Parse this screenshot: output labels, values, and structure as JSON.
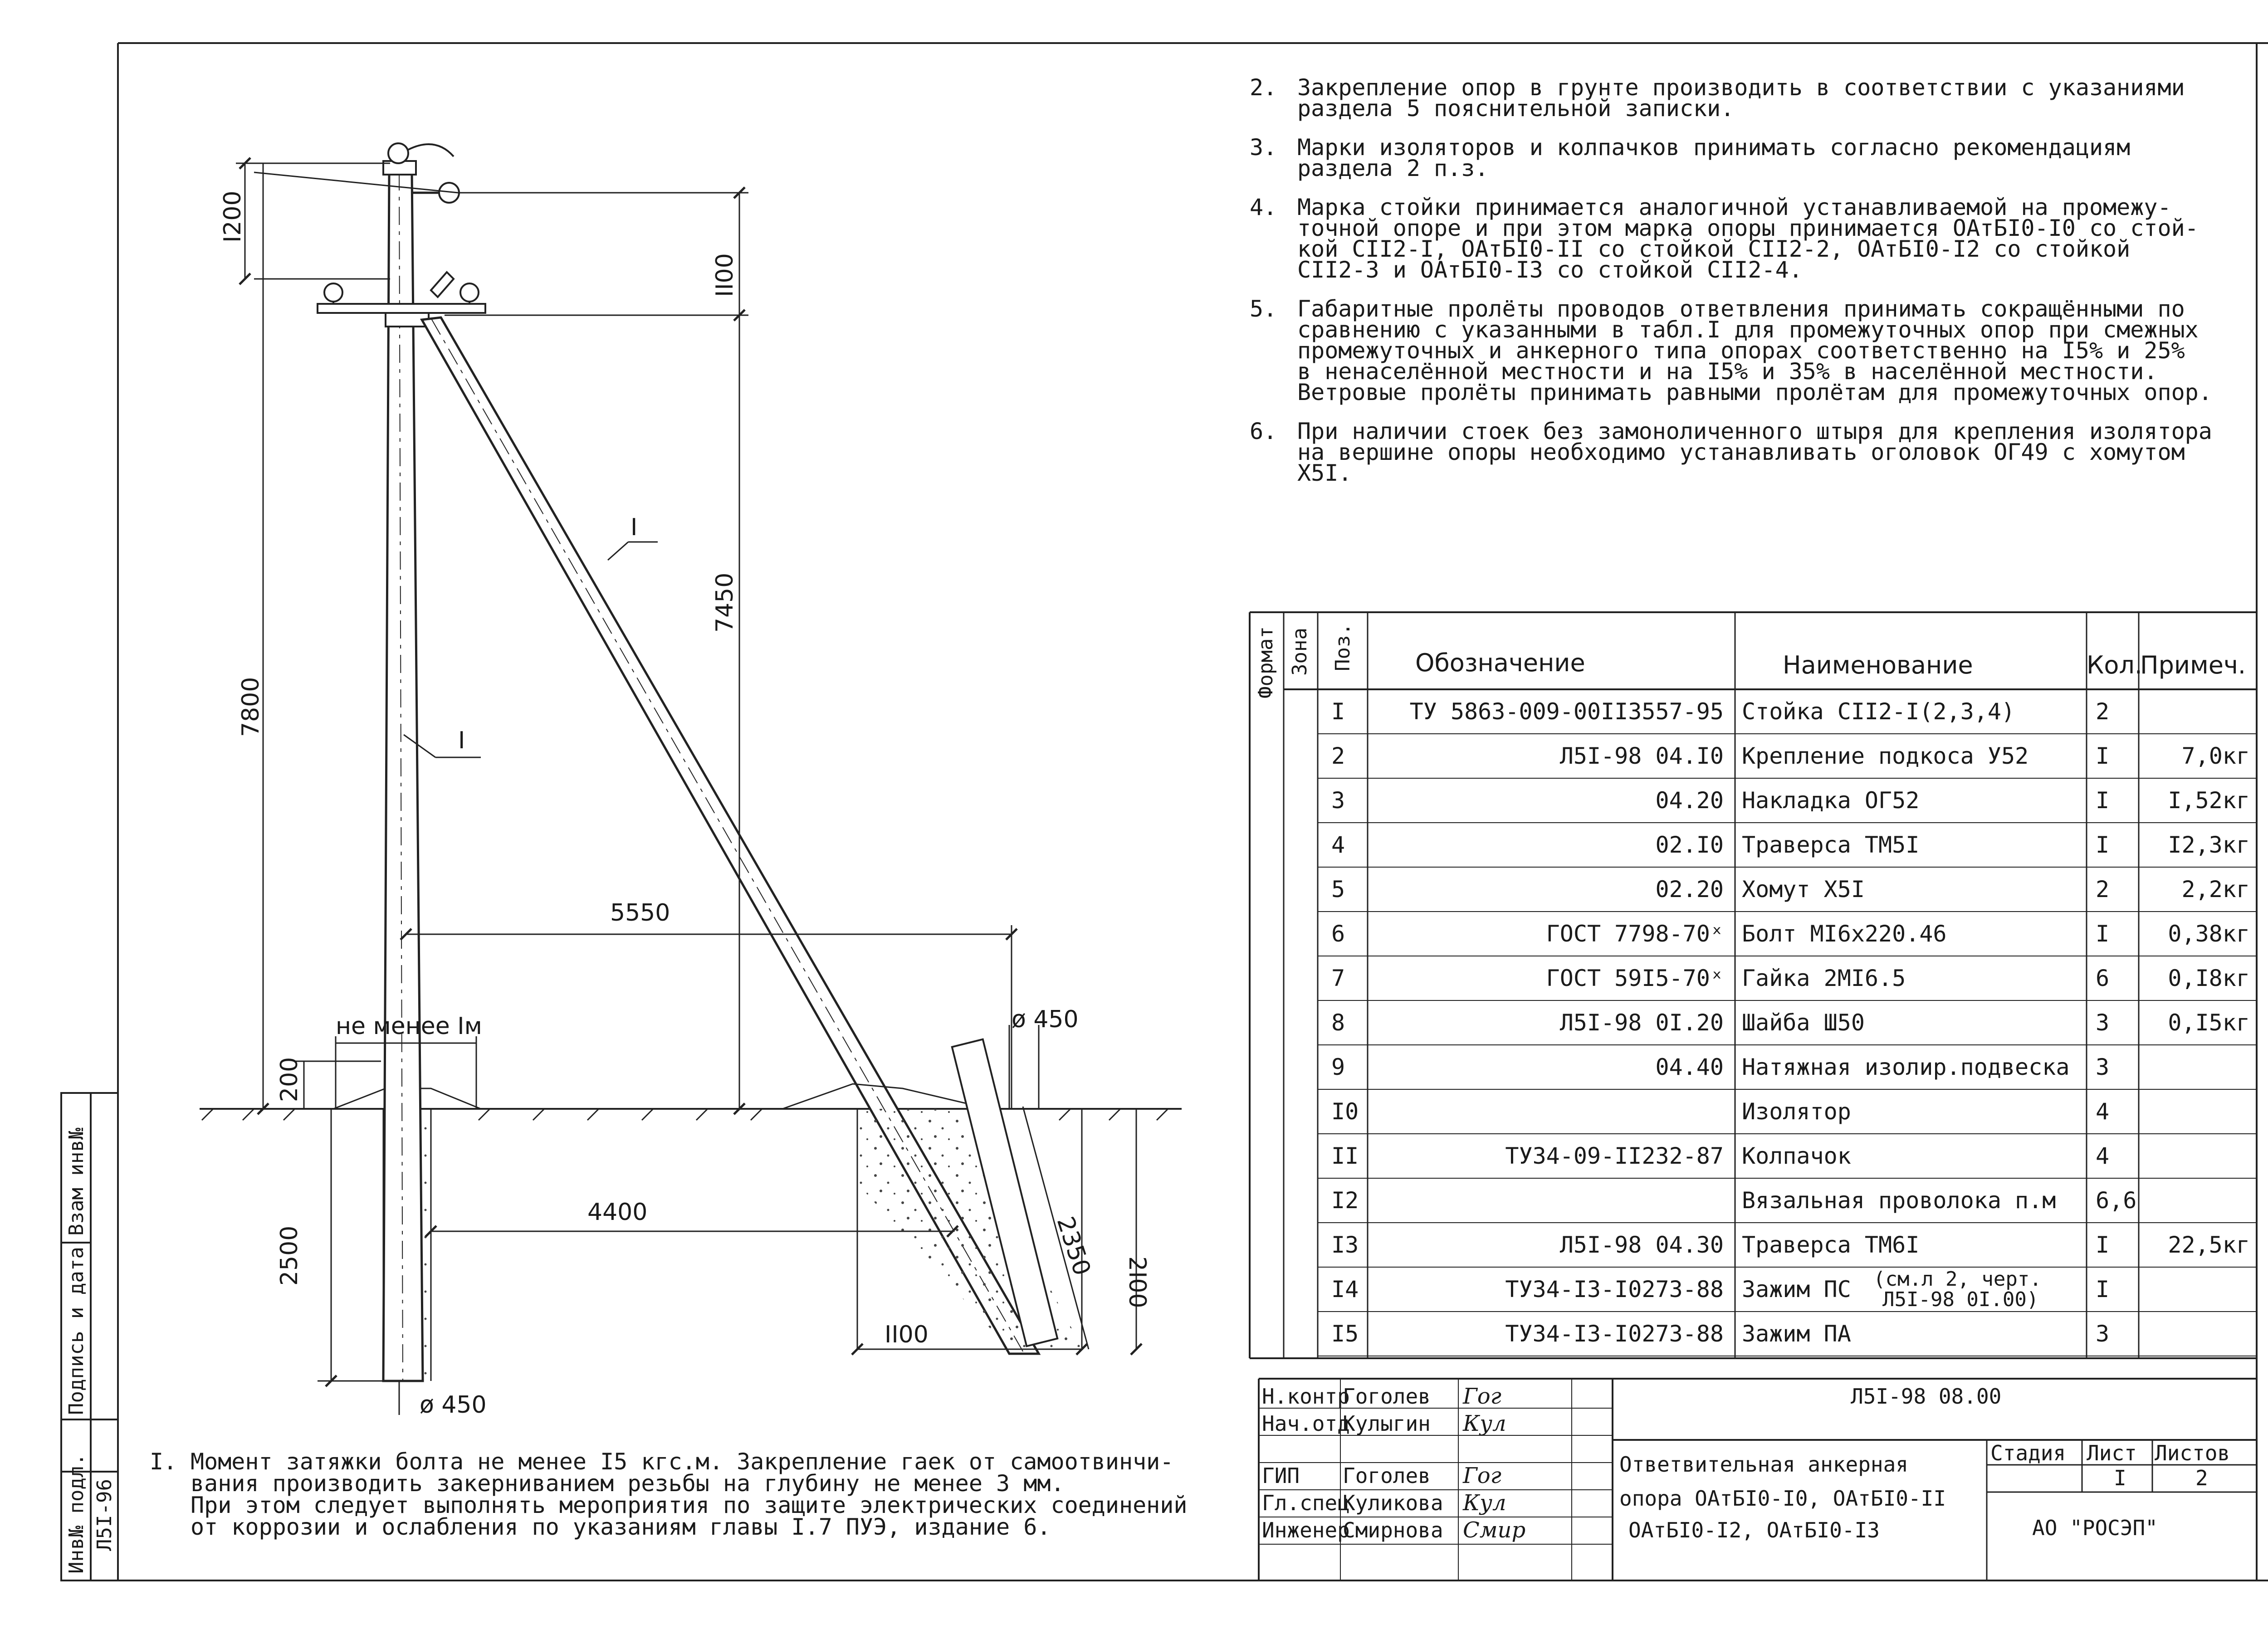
{
  "sheet_marker": "1",
  "notes": [
    {
      "num": "2.",
      "lines": [
        "Закрепление опор в грунте производить в соответствии с указаниями",
        "раздела 5 пояснительной записки."
      ]
    },
    {
      "num": "3.",
      "lines": [
        "Марки изоляторов и колпачков принимать согласно рекомендациям",
        "раздела 2 п.з."
      ]
    },
    {
      "num": "4.",
      "lines": [
        "Марка стойки принимается аналогичной устанавливаемой на промежу-",
        "точной опоре и при этом марка опоры принимается ОАтБI0-I0 со стой-",
        "кой СII2-I, ОАтБI0-II со стойкой СII2-2, ОАтБI0-I2 со стойкой",
        "СII2-3 и ОАтБI0-I3 со стойкой СII2-4."
      ]
    },
    {
      "num": "5.",
      "lines": [
        "Габаритные пролёты проводов ответвления принимать сокращёнными по",
        "сравнению с указанными в табл.I для промежуточных опор при смежных",
        "промежуточных и анкерного типа опорах соответственно на I5% и 25%",
        "в ненаселённой местности и на I5% и 35% в населённой местности.",
        "Ветровые пролёты принимать равными пролётам для промежуточных опор."
      ]
    },
    {
      "num": "6.",
      "lines": [
        "При наличии стоек без замоноличенного штыря для крепления изолятора",
        "на вершине опоры необходимо устанавливать оголовок ОГ49 с хомутом",
        "Х5I."
      ]
    }
  ],
  "note1": {
    "num": "I.",
    "lines": [
      "Момент затяжки болта не менее I5 кгс.м. Закрепление гаек от самоотвинчи-",
      "вания производить закерниванием резьбы на глубину не менее 3 мм.",
      "При этом следует выполнять мероприятия по защите электрических соединений",
      "от коррозии и ослабления по указаниям главы I.7 ПУЭ, издание 6."
    ]
  },
  "drawing": {
    "dims": {
      "d1200": "I200",
      "d1100top": "II00",
      "d7800": "7800",
      "d7450": "7450",
      "d5550": "5550",
      "d4400": "4400",
      "d2500": "2500",
      "d200": "200",
      "d2100": "2I00",
      "d2350": "2350",
      "d1100bot": "II00",
      "dia_top": "ø 450",
      "dia_bot": "ø 450",
      "min1m": "не менее Iм"
    },
    "callouts": {
      "c1": "I",
      "c2": "I"
    }
  },
  "spec_table": {
    "headers": {
      "format": "Формат",
      "zone": "Зона",
      "pos": "Поз.",
      "designation": "Обозначение",
      "name": "Наименование",
      "qty": "Кол.",
      "note": "Примеч."
    },
    "rows": [
      {
        "pos": "I",
        "designation": "ТУ 5863-009-00II3557-95",
        "name": "Стойка СII2-I(2,3,4)",
        "qty": "2",
        "note": ""
      },
      {
        "pos": "2",
        "designation": "Л5I-98  04.I0",
        "name": "Крепление подкоса У52",
        "qty": "I",
        "note": "7,0кг"
      },
      {
        "pos": "3",
        "designation": "04.20",
        "name": "Накладка ОГ52",
        "qty": "I",
        "note": "I,52кг"
      },
      {
        "pos": "4",
        "designation": "02.I0",
        "name": "Траверса ТМ5I",
        "qty": "I",
        "note": "I2,3кг"
      },
      {
        "pos": "5",
        "designation": "02.20",
        "name": "Хомут Х5I",
        "qty": "2",
        "note": "2,2кг"
      },
      {
        "pos": "6",
        "designation": "ГОСТ 7798-70ˣ",
        "name": "Болт МI6х220.46",
        "qty": "I",
        "note": "0,38кг"
      },
      {
        "pos": "7",
        "designation": "ГОСТ 59I5-70ˣ",
        "name": "Гайка 2МI6.5",
        "qty": "6",
        "note": "0,I8кг"
      },
      {
        "pos": "8",
        "designation": "Л5I-98  0I.20",
        "name": "Шайба Ш50",
        "qty": "3",
        "note": "0,I5кг"
      },
      {
        "pos": "9",
        "designation": "04.40",
        "name": "Натяжная изолир.подвеска",
        "qty": "3",
        "note": ""
      },
      {
        "pos": "I0",
        "designation": "",
        "name": "Изолятор",
        "qty": "4",
        "note": ""
      },
      {
        "pos": "II",
        "designation": "ТУ34-09-II232-87",
        "name": "Колпачок",
        "qty": "4",
        "note": ""
      },
      {
        "pos": "I2",
        "designation": "",
        "name": "Вязальная проволока п.м",
        "qty": "6,6",
        "note": ""
      },
      {
        "pos": "I3",
        "designation": "Л5I-98  04.30",
        "name": "Траверса ТМ6I",
        "qty": "I",
        "note": "22,5кг"
      },
      {
        "pos": "I4",
        "designation": "ТУ34-I3-I0273-88",
        "name": "Зажим ПС",
        "qty": "I",
        "note": ""
      },
      {
        "pos": "I5",
        "designation": "ТУ34-I3-I0273-88",
        "name": "Зажим ПА",
        "qty": "3",
        "note": ""
      }
    ],
    "row15_ref_lines": [
      "(см.л 2, черт.",
      "Л5I-98 0I.00)"
    ]
  },
  "stamp": {
    "doc_code": "Л5I-98 08.00",
    "people": [
      {
        "role": "Н.контр",
        "name": "Гоголев",
        "sign": "Гог"
      },
      {
        "role": "Нач.отд",
        "name": "Кулыгин",
        "sign": "Кул"
      },
      {
        "role": "ГИП",
        "name": "Гоголев",
        "sign": "Гог"
      },
      {
        "role": "Гл.спец",
        "name": "Куликова",
        "sign": "Кул"
      },
      {
        "role": "Инженер",
        "name": "Смирнова",
        "sign": "Смир"
      }
    ],
    "title_lines": [
      "Ответвительная анкерная",
      "опора ОАтБI0-I0, ОАтБI0-II",
      "ОАтБI0-I2, ОАтБI0-I3"
    ],
    "stage_label": "Стадия",
    "sheet_label": "Лист",
    "sheets_label": "Листов",
    "stage": "",
    "sheet": "I",
    "sheets": "2",
    "org": "АО \"РОСЭП\""
  },
  "side_stamp": {
    "inv_orig": "Инв№ подл.",
    "sign_date": "Подпись и дата",
    "inv_repl": "Взам инв№",
    "code": "Л5I-96"
  }
}
